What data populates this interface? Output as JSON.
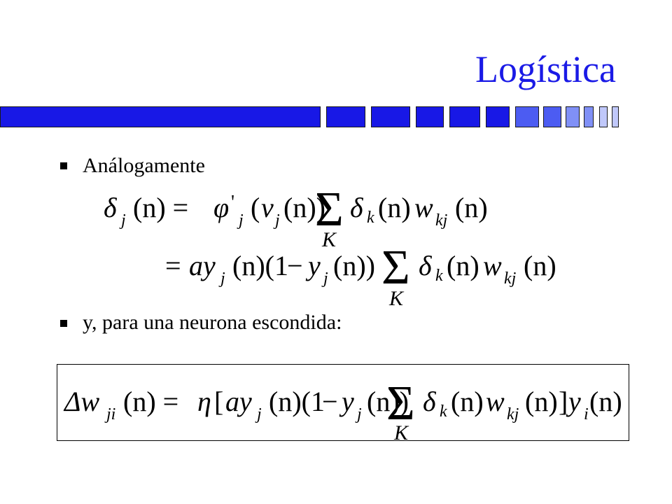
{
  "slide": {
    "title": "Logística",
    "title_color": "#1a1ae6",
    "bar_colors": {
      "main": "#1818e6",
      "light": "#4c5cf2",
      "lighter": "#8090f6",
      "lightest": "#c0c8fa",
      "border": "#1a1a1a"
    },
    "bullets": [
      {
        "text": "Análogamente"
      },
      {
        "text": "y, para una neurona escondida:"
      }
    ],
    "equations": {
      "eq1": {
        "lhs": "δ",
        "lhs_sub": "j",
        "lhs_arg": "(n) = ",
        "phi": "φ",
        "prime": "'",
        "phi_sub": "j",
        "open": "(",
        "v": "v",
        "v_sub": "j",
        "v_arg": "(n))",
        "sum": "Σ",
        "sum_index": "K",
        "delta": "δ",
        "delta_sub": "k",
        "delta_arg": "(n)",
        "w": "w",
        "w_sub": "kj",
        "w_arg": "(n)"
      },
      "eq2": {
        "eq": "=",
        "a": "ay",
        "y_sub": "j",
        "arg1": "(n)(1",
        "minus": "−",
        "y": "y",
        "y2_sub": "j",
        "arg2": "(n))",
        "sum": "Σ",
        "sum_index": "K",
        "delta": "δ",
        "delta_sub": "k",
        "delta_arg": "(n)",
        "w": "w",
        "w_sub": "kj",
        "w_arg": "(n)"
      },
      "eq3": {
        "lhs": "Δw",
        "lhs_sub": "ji",
        "lhs_arg": "(n) = ",
        "eta": "η",
        "bracket_open": "[",
        "a": "ay",
        "y_sub": "j",
        "arg1": "(n)(1",
        "minus": "−",
        "y": "y",
        "y2_sub": "j",
        "arg2": "(n))",
        "sum": "Σ",
        "sum_index": "K",
        "delta": "δ",
        "delta_sub": "k",
        "delta_arg": "(n)",
        "w": "w",
        "w_sub": "kj",
        "w_arg": "(n)",
        "bracket_close": "]",
        "yi": "y",
        "yi_sub": "i",
        "yi_arg": "(n)"
      }
    }
  }
}
